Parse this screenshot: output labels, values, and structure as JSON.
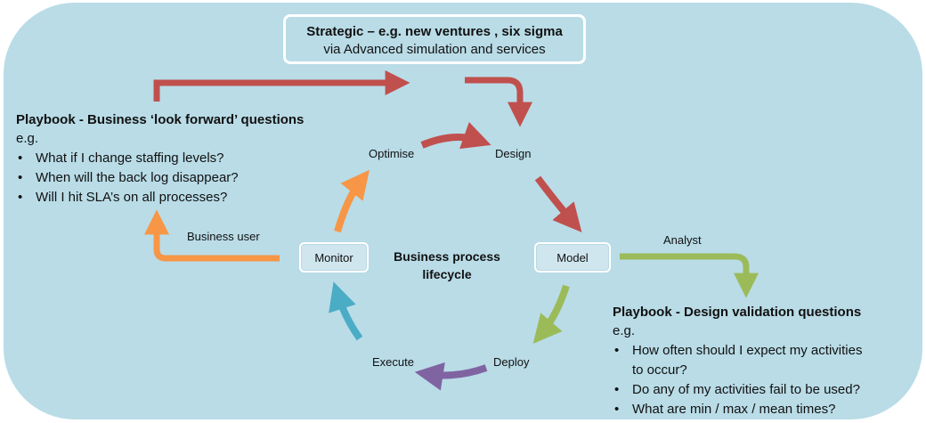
{
  "strategic": {
    "title": "Strategic – e.g. new ventures , six sigma",
    "subtitle": "via Advanced simulation and services"
  },
  "center_label": {
    "line1": "Business process",
    "line2": "lifecycle"
  },
  "nodes": {
    "design": "Design",
    "model": "Model",
    "deploy": "Deploy",
    "execute": "Execute",
    "monitor": "Monitor",
    "optimise": "Optimise"
  },
  "role_labels": {
    "business_user": "Business user",
    "analyst": "Analyst"
  },
  "left_panel": {
    "title": "Playbook - Business  ‘look forward’ questions",
    "subtitle": "e.g.",
    "bullet": "•",
    "items": [
      "What if I change staffing levels?",
      "When will the back log disappear?",
      "Will I hit SLA’s on all processes?"
    ]
  },
  "right_panel": {
    "title": "Playbook - Design validation questions",
    "subtitle": "e.g.",
    "bullet": "•",
    "items": [
      "How often should I expect my activities",
      "to occur?",
      "Do any of my activities fail to be used?",
      "What are min / max / mean times?"
    ]
  },
  "colors": {
    "background": "#b9dce7",
    "red_arrow": "#c0504d",
    "green_arrow": "#9bbb59",
    "purple_arrow": "#8064a2",
    "teal_arrow": "#4bacc6",
    "orange_arrow": "#f79646"
  }
}
